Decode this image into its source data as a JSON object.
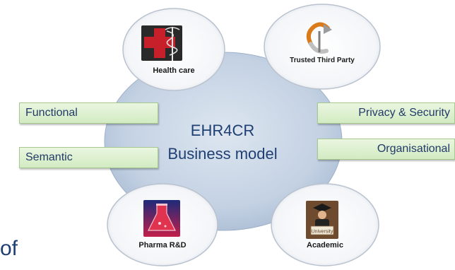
{
  "center": {
    "line1": "EHR4CR",
    "line2": "Business model"
  },
  "nodes": {
    "health_care": "Health care",
    "trusted_third_party": "Trusted Third Party",
    "pharma_rd": "Pharma R&D",
    "academic": "Academic"
  },
  "icons": {
    "health_care": "medical-cross-caduceus-icon",
    "trusted_third_party": "orange-cycle-arrow-icon",
    "pharma_rd": "laboratory-flask-icon",
    "academic": "university-graduate-icon"
  },
  "inner_tag": {
    "university": "University"
  },
  "tags": {
    "functional": "Functional",
    "semantic": "Semantic",
    "privacy_security": "Privacy & Security",
    "organisational": "Organisational"
  },
  "partial_text": "of",
  "colors": {
    "center_text": "#1f3f73",
    "tag_fill": "#d8eec8",
    "tag_border": "#a6c88e",
    "hub_fill": "#c9d6e6",
    "health_cross": "#c8202b"
  }
}
